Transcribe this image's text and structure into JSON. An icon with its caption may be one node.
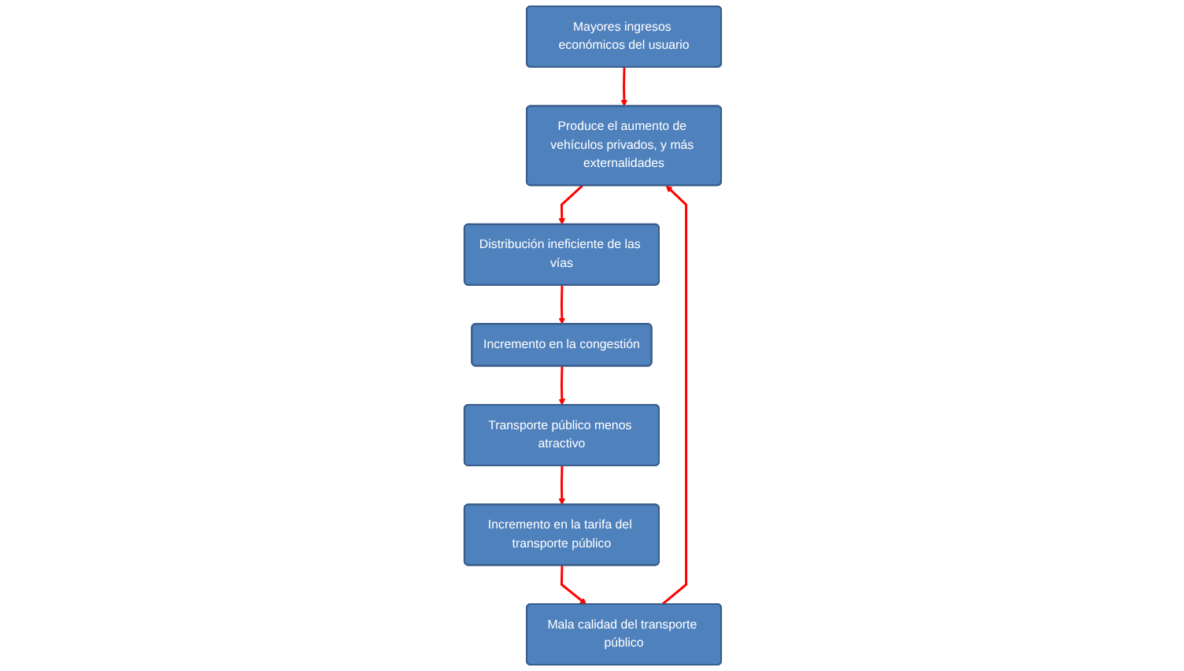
{
  "diagram": {
    "nodes": [
      {
        "text": [
          "Mayores ingresos económicos del usuario"
        ]
      },
      {
        "text": [
          "Mala calidad del transporte público"
        ]
      },
      {
        "text": [
          "Produce el aumento de vehículos privados, y más externalidades"
        ]
      },
      {
        "text": [
          "Incremento en la tarifa del transporte público"
        ]
      },
      {
        "text": [
          "Distribución ineficiente de las vías"
        ]
      },
      {
        "text": [
          "Transporte público menos atractivo"
        ]
      },
      {
        "text": [
          "Incremento en la congestión"
        ]
      }
    ],
    "edges": [
      {
        "from": 0,
        "to": 2,
        "arrow": "to"
      },
      {
        "from": 1,
        "to": 2,
        "arrow": "to"
      },
      {
        "from": 2,
        "to": 4,
        "arrow": "to"
      },
      {
        "from": 4,
        "to": 6,
        "arrow": "to"
      },
      {
        "from": 6,
        "to": 5,
        "arrow": "to"
      },
      {
        "from": 5,
        "to": 3,
        "arrow": "to"
      },
      {
        "from": 3,
        "to": 1,
        "arrow": "to"
      }
    ]
  }
}
